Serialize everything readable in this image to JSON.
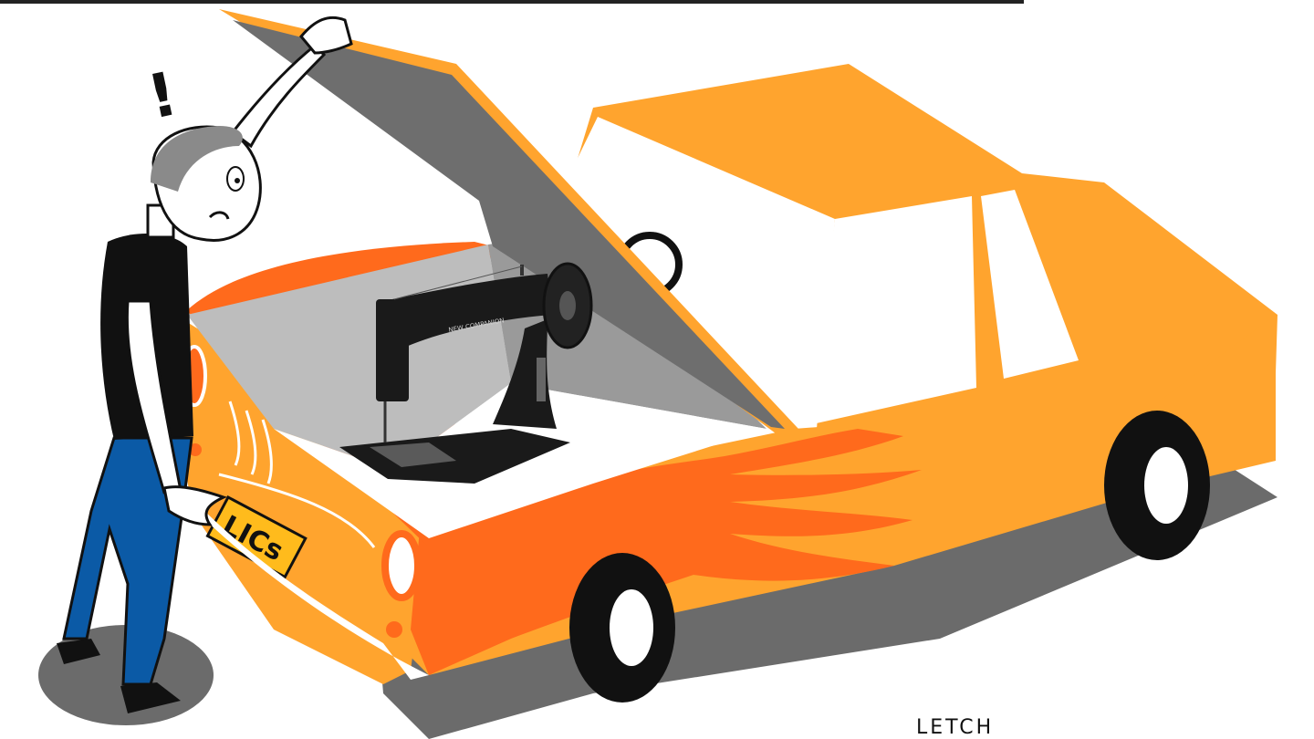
{
  "illustration": {
    "plate_label": "LICs",
    "signature": "LETCH",
    "exclamation": "!",
    "machine_brand": "NEW COMPANION"
  },
  "colors": {
    "car_body": "#ffa42e",
    "car_flames": "#ff6a1c",
    "shadow": "#6b6b6b",
    "trunk_interior": "#bdbdbd",
    "trunk_lid_inner": "#6e6e6e",
    "plate": "#ffbb1c",
    "shirt": "#111111",
    "jeans": "#0b5aa6",
    "outline": "#111111"
  }
}
